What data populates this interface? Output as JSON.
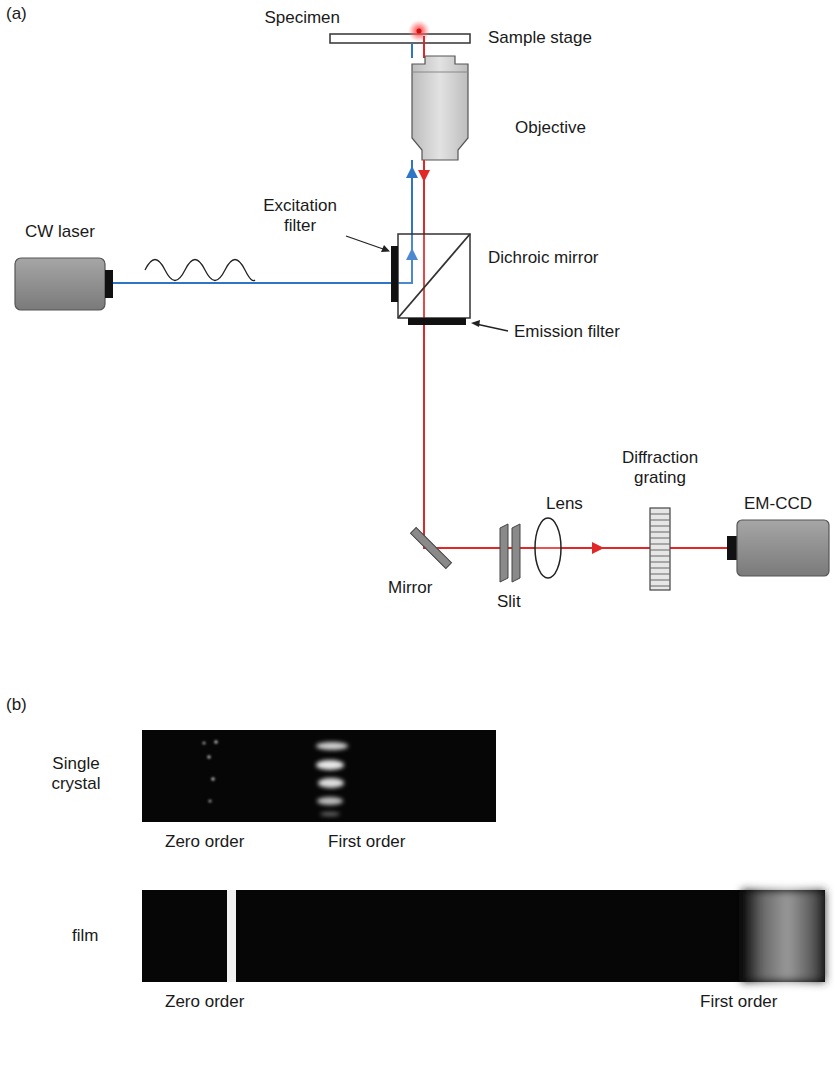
{
  "diagram": {
    "labels": [
      "(a)",
      "Specimen",
      "Sample stage",
      "Objective",
      "Excitation filter",
      "Dichroic mirror",
      "CW laser",
      "Emission filter",
      "Diffraction grating",
      "Lens",
      "Mirror",
      "Slit",
      "EM-CCD",
      "(b)",
      "Single crystal",
      "Zero order",
      "First order",
      "film",
      "Zero order",
      "First order"
    ]
  }
}
